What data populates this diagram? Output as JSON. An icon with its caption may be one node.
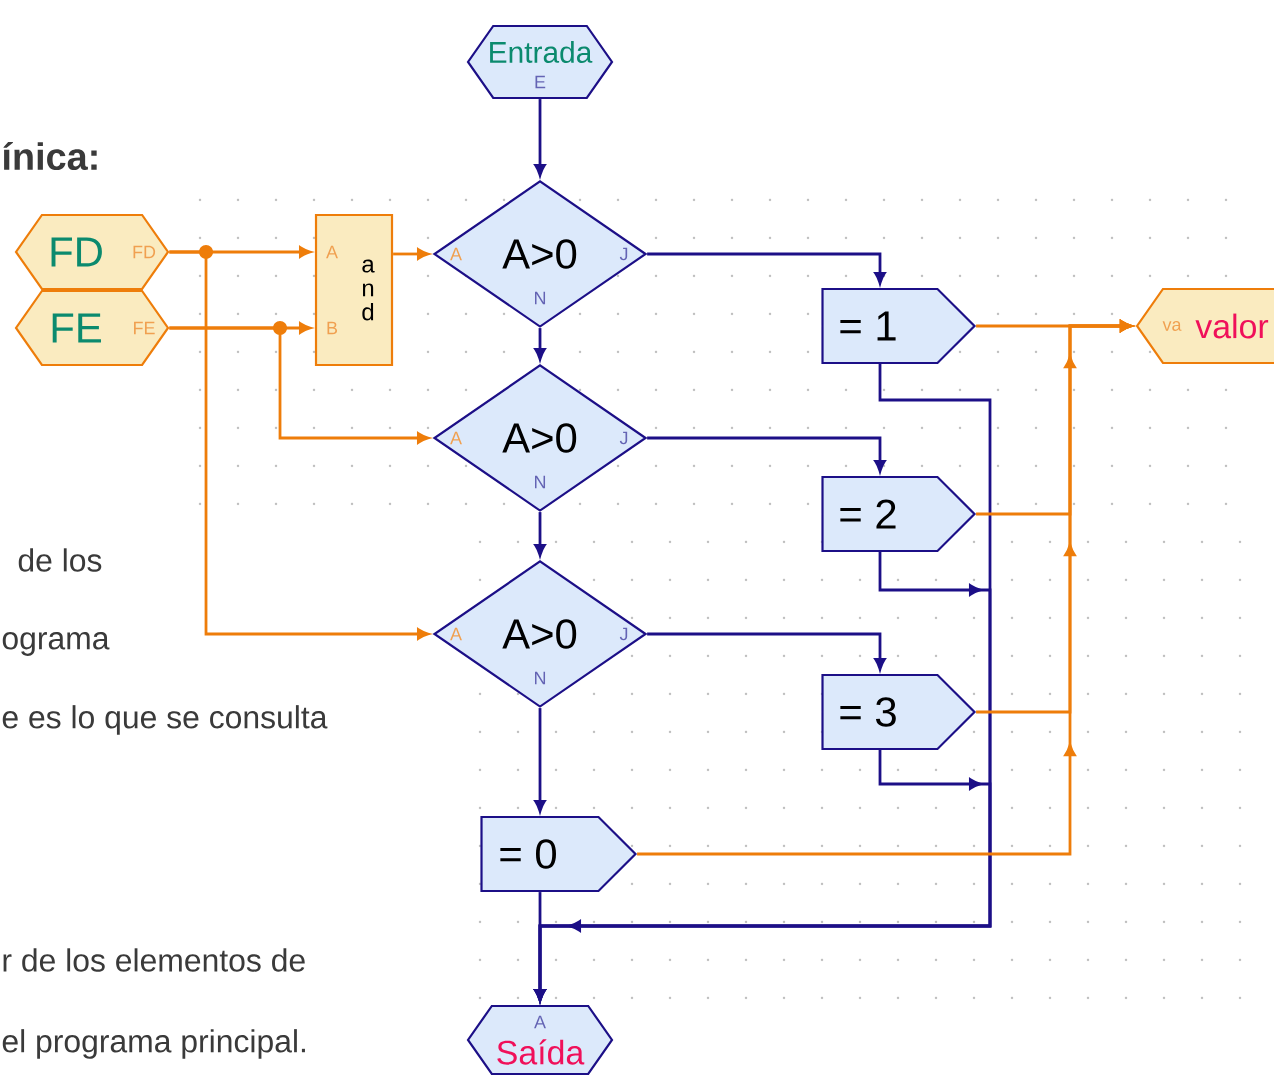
{
  "diagram": {
    "nodes": [
      {
        "text": [
          "Entrada",
          "E"
        ]
      },
      {
        "text": [
          "FD",
          "FD"
        ]
      },
      {
        "text": [
          "FE",
          "FE"
        ]
      },
      {
        "text": [
          "A",
          "a n d",
          "B"
        ]
      },
      {
        "text": [
          "A",
          "A>0",
          "J",
          "N"
        ]
      },
      {
        "text": [
          "A",
          "A>0",
          "J",
          "N"
        ]
      },
      {
        "text": [
          "A",
          "A>0",
          "J",
          "N"
        ]
      },
      {
        "text": [
          "= 1"
        ]
      },
      {
        "text": [
          "= 2"
        ]
      },
      {
        "text": [
          "= 3"
        ]
      },
      {
        "text": [
          "= 0"
        ]
      },
      {
        "text": [
          "va",
          "valor"
        ]
      },
      {
        "text": [
          "A",
          "Saída"
        ]
      }
    ],
    "edges": [
      {
        "from": 0,
        "to": 4,
        "arrow": "to"
      },
      {
        "from": 4,
        "to": 5,
        "arrow": "to"
      },
      {
        "from": 5,
        "to": 6,
        "arrow": "to"
      },
      {
        "from": 6,
        "to": 10,
        "arrow": "to"
      },
      {
        "from": 4,
        "to": 7,
        "arrow": "to"
      },
      {
        "from": 5,
        "to": 8,
        "arrow": "to"
      },
      {
        "from": 6,
        "to": 9,
        "arrow": "to"
      },
      {
        "from": 7,
        "to": 12,
        "arrow": "to"
      },
      {
        "from": 8,
        "to": 12,
        "arrow": "to"
      },
      {
        "from": 9,
        "to": 12,
        "arrow": "to"
      },
      {
        "from": 10,
        "to": 12,
        "arrow": "to"
      },
      {
        "from": 1,
        "to": 3,
        "arrow": "to",
        "color": "#ee7d0a"
      },
      {
        "from": 2,
        "to": 3,
        "arrow": "to",
        "color": "#ee7d0a"
      },
      {
        "from": 3,
        "to": 4,
        "arrow": "to",
        "color": "#ee7d0a"
      },
      {
        "from": 2,
        "to": 5,
        "arrow": "to",
        "color": "#ee7d0a"
      },
      {
        "from": 1,
        "to": 6,
        "arrow": "to",
        "color": "#ee7d0a"
      },
      {
        "from": 7,
        "to": 11,
        "arrow": "to",
        "color": "#ee7d0a"
      },
      {
        "from": 8,
        "to": 11,
        "arrow": "to",
        "color": "#ee7d0a"
      },
      {
        "from": 9,
        "to": 11,
        "arrow": "to",
        "color": "#ee7d0a"
      },
      {
        "from": 10,
        "to": 11,
        "arrow": "to",
        "color": "#ee7d0a"
      }
    ],
    "labels": [
      "ínica:",
      "de los",
      "ograma",
      "e es lo que se consulta",
      "r de los elementos de",
      "el programa principal."
    ]
  }
}
